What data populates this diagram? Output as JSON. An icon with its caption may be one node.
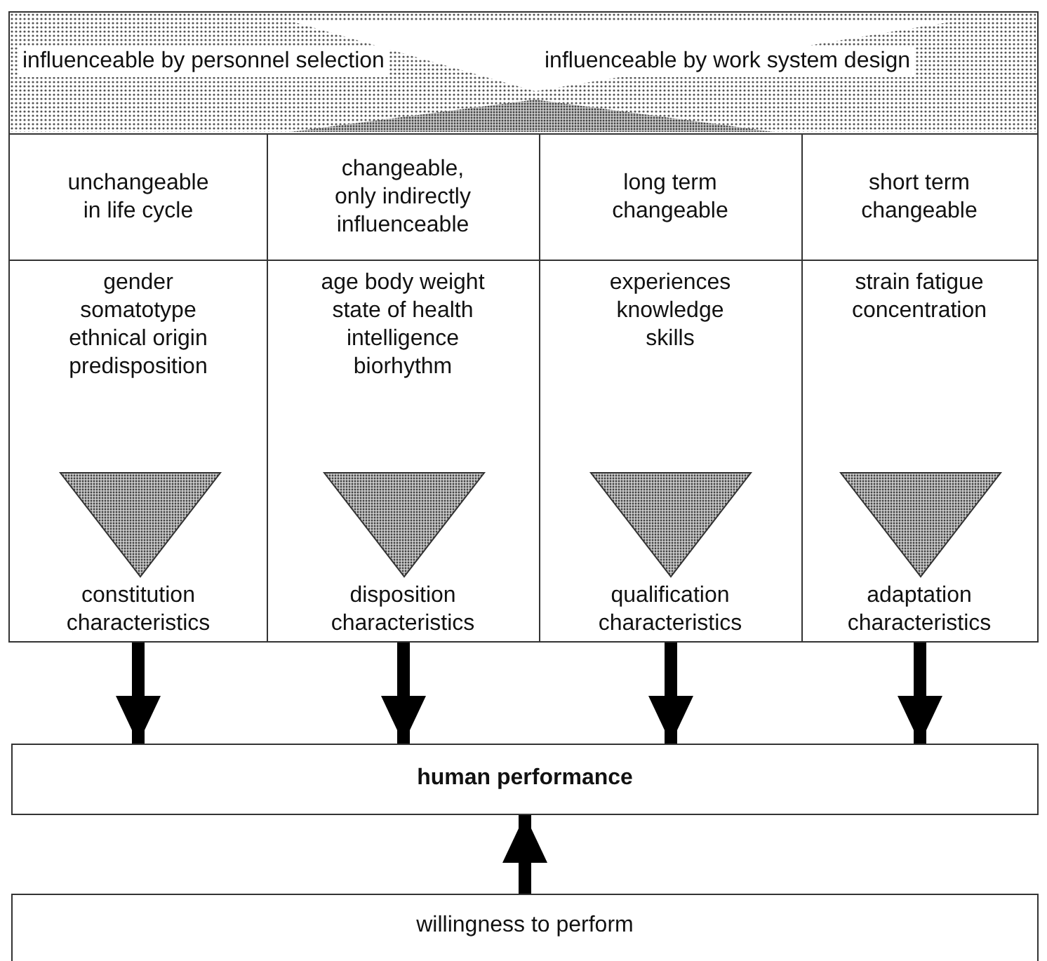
{
  "diagram": {
    "nodes": [
      {
        "text": [
          "influenceable by personnel selection",
          "influenceable by work system design"
        ]
      },
      {
        "text": [
          "unchangeable in life cycle",
          "gender somatotype ethnical origin predisposition",
          "constitution characteristics"
        ]
      },
      {
        "text": [
          "changeable, only indirectly influenceable",
          "age body weight state of health intelligence biorhythm",
          "disposition characteristics"
        ]
      },
      {
        "text": [
          "long term changeable",
          "experiences knowledge skills",
          "qualification characteristics"
        ]
      },
      {
        "text": [
          "short term changeable",
          "strain fatigue concentration",
          "adaptation characteristics"
        ]
      },
      {
        "text": [
          "human performance"
        ]
      },
      {
        "text": [
          "willingness to perform"
        ]
      },
      {
        "text": [],
        "shape": "triangle",
        "in": 1
      },
      {
        "text": [],
        "shape": "triangle",
        "in": 2
      },
      {
        "text": [],
        "shape": "triangle",
        "in": 3
      },
      {
        "text": [],
        "shape": "triangle",
        "in": 4
      }
    ],
    "edges": [
      {
        "from": 1,
        "to": 5,
        "arrow": "to"
      },
      {
        "from": 2,
        "to": 5,
        "arrow": "to"
      },
      {
        "from": 3,
        "to": 5,
        "arrow": "to"
      },
      {
        "from": 4,
        "to": 5,
        "arrow": "to"
      },
      {
        "from": 6,
        "to": 5,
        "arrow": "to"
      }
    ]
  }
}
